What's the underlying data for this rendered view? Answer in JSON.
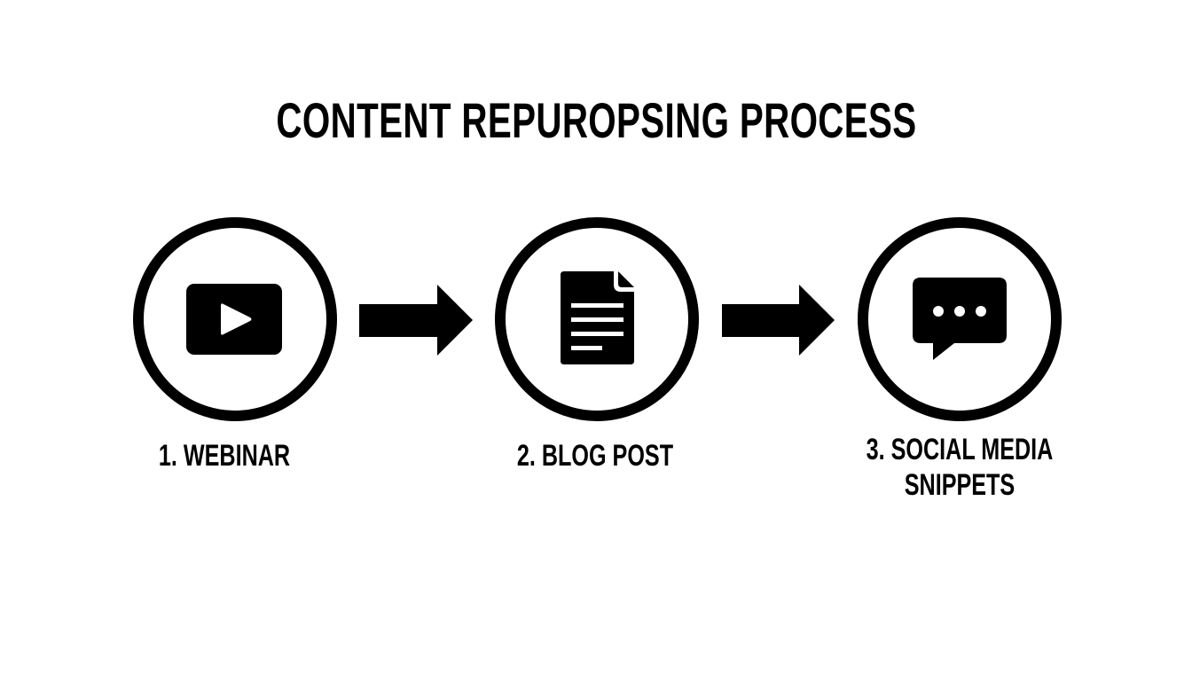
{
  "title": "CONTENT REPUROPSING PROCESS",
  "colors": {
    "background": "#ffffff",
    "foreground": "#000000",
    "icon_inner": "#ffffff"
  },
  "steps": [
    {
      "number": "1.",
      "label_lines": [
        "1. WEBINAR"
      ],
      "icon": "video-play-icon"
    },
    {
      "number": "2.",
      "label_lines": [
        "2. BLOG POST"
      ],
      "icon": "document-icon"
    },
    {
      "number": "3.",
      "label_lines": [
        "3. SOCIAL MEDIA",
        "SNIPPETS"
      ],
      "icon": "chat-bubble-icon"
    }
  ],
  "connectors": [
    {
      "from": 1,
      "to": 2,
      "icon": "arrow-right-icon"
    },
    {
      "from": 2,
      "to": 3,
      "icon": "arrow-right-icon"
    }
  ]
}
